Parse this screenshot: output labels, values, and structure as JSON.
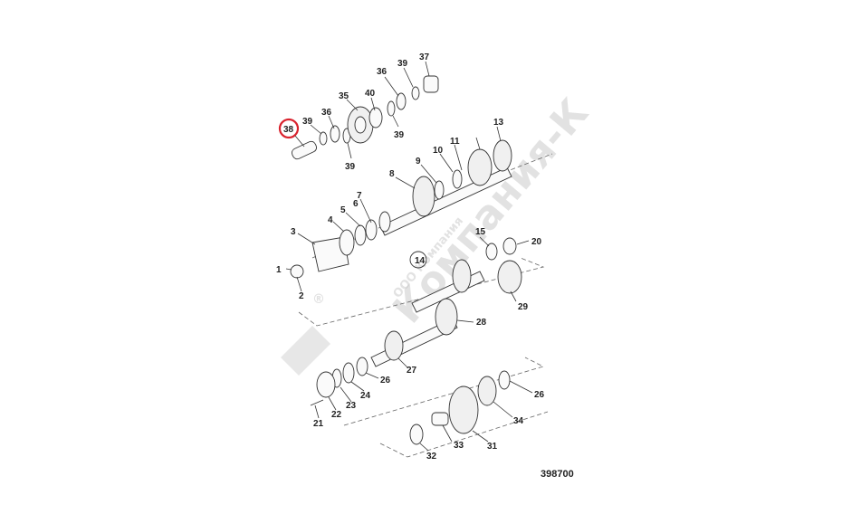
{
  "diagram": {
    "ref_code": "398700",
    "highlight_color": "#d9232e",
    "highlighted_part": "38",
    "watermark": {
      "brand": "Компания-К",
      "company": "ООО Компания",
      "registered": "®"
    },
    "labels": {
      "p1": "1",
      "p2": "2",
      "p3": "3",
      "p4": "4",
      "p5": "5",
      "p6": "6",
      "p7": "7",
      "p8": "8",
      "p9": "9",
      "p10": "10",
      "p11": "11",
      "p13": "13",
      "p14": "14",
      "p15": "15",
      "p20": "20",
      "p21": "21",
      "p22": "22",
      "p23": "23",
      "p24": "24",
      "p26a": "26",
      "p26b": "26",
      "p27": "27",
      "p28": "28",
      "p29": "29",
      "p31": "31",
      "p32": "32",
      "p33": "33",
      "p34": "34",
      "p35": "35",
      "p36a": "36",
      "p36b": "36",
      "p37": "37",
      "p38": "38",
      "p39a": "39",
      "p39b": "39",
      "p39c": "39",
      "p39d": "39",
      "p40": "40"
    }
  }
}
